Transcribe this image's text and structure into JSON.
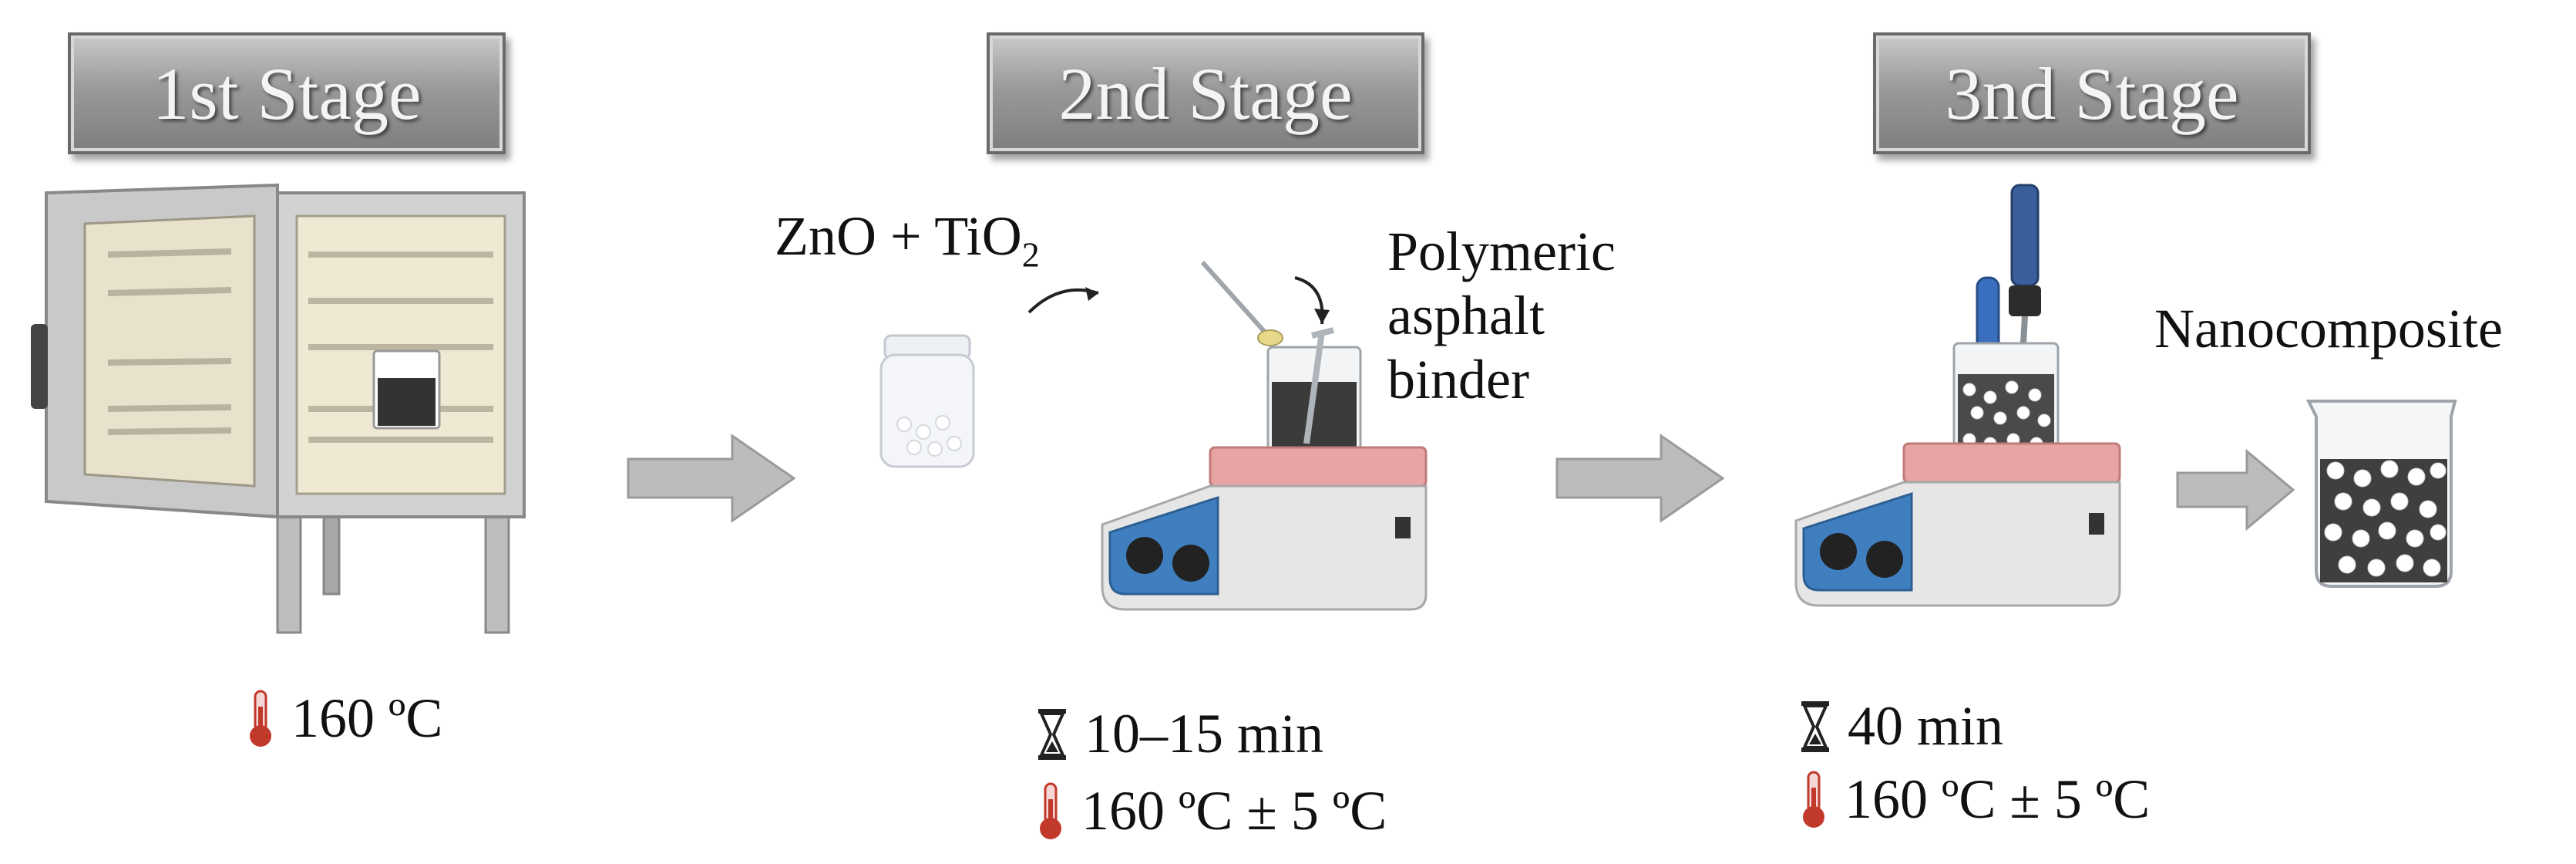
{
  "stages": [
    {
      "title": "1st Stage"
    },
    {
      "title": "2nd Stage"
    },
    {
      "title": "3nd Stage"
    }
  ],
  "labels": {
    "additives": "ZnO + TiO",
    "additives_sub": "2",
    "binder_line1": "Polymeric",
    "binder_line2": "asphalt",
    "binder_line3": "binder",
    "product": "Nanocomposite"
  },
  "conditions": {
    "stage1_temp": "160 ºC",
    "stage2_time": "10–15 min",
    "stage2_temp": "160 ºC ± 5 ºC",
    "stage3_time": "40 min",
    "stage3_temp": "160 ºC ± 5 ºC"
  },
  "colors": {
    "tab": "#9a9a9a",
    "arrow": "#b8b8b8",
    "hotplate_top": "#e8a4a4",
    "hotplate_panel": "#3f7fc0",
    "thermometer": "#c0392b"
  },
  "icons": [
    "oven-icon",
    "jar-icon",
    "hotplate-icon",
    "beaker-icon",
    "hourglass-icon",
    "thermometer-icon",
    "process-arrow-icon",
    "homogenizer-icon"
  ]
}
